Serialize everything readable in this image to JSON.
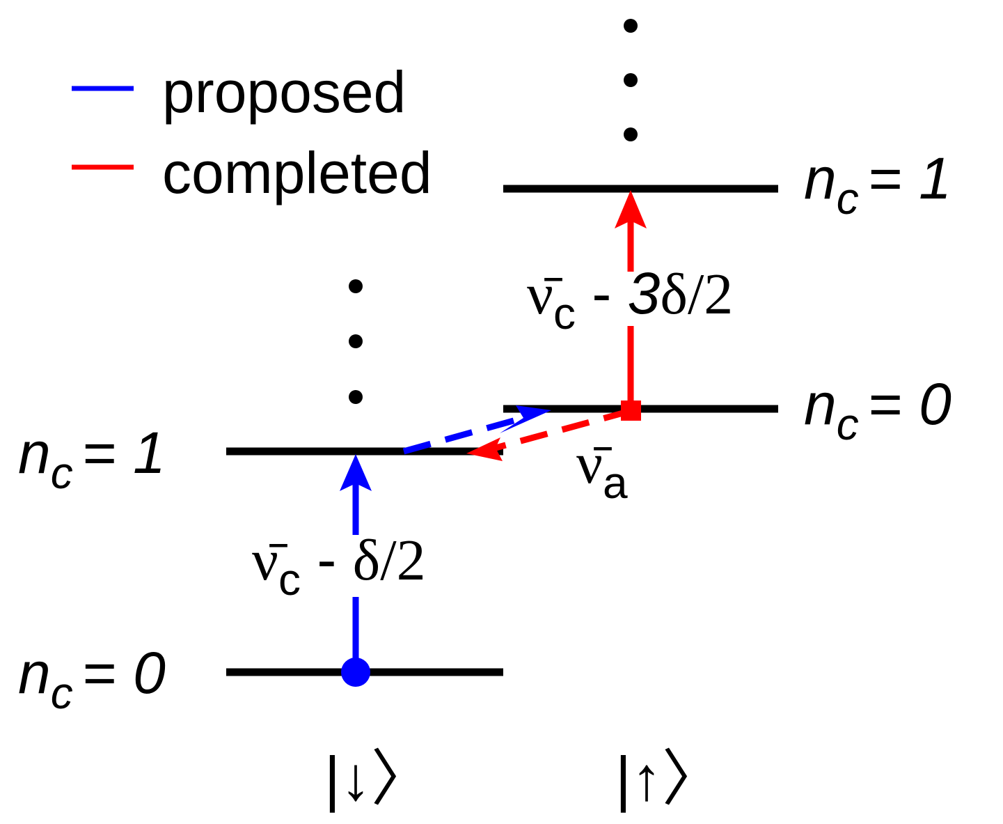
{
  "legend": {
    "items": [
      {
        "label": "proposed",
        "color": "#0000ff"
      },
      {
        "label": "completed",
        "color": "#ff0000"
      }
    ]
  },
  "states": {
    "down": {
      "ket": "|↓〉"
    },
    "up": {
      "ket": "|↑〉"
    }
  },
  "levels": {
    "down_n0": {
      "n_symbol": "n",
      "subscript": "c",
      "equals": "= ",
      "value": "0"
    },
    "down_n1": {
      "n_symbol": "n",
      "subscript": "c",
      "equals": "= ",
      "value": "1"
    },
    "up_n0": {
      "n_symbol": "n",
      "subscript": "c",
      "equals": "= ",
      "value": "0"
    },
    "up_n1": {
      "n_symbol": "n",
      "subscript": "c",
      "equals": "= ",
      "value": "1"
    }
  },
  "transitions": {
    "cavity_down": {
      "symbol": "ν̄",
      "subscript": "c",
      "minus": " - ",
      "coefficient": "",
      "delta": "δ",
      "fraction": "/2",
      "color": "#0000ff"
    },
    "atom": {
      "symbol": "ν̄",
      "subscript": "a"
    },
    "cavity_up": {
      "symbol": "ν̄",
      "subscript": "c",
      "minus": " - ",
      "coefficient": "3",
      "delta": "δ",
      "fraction": "/2",
      "color": "#ff0000"
    }
  },
  "colors": {
    "proposed": "#0000ff",
    "completed": "#ff0000",
    "level": "#000000"
  },
  "icons": {
    "ellipsis": "vertical-ellipsis",
    "start_marker": "blue-circle",
    "end_marker": "red-square"
  }
}
